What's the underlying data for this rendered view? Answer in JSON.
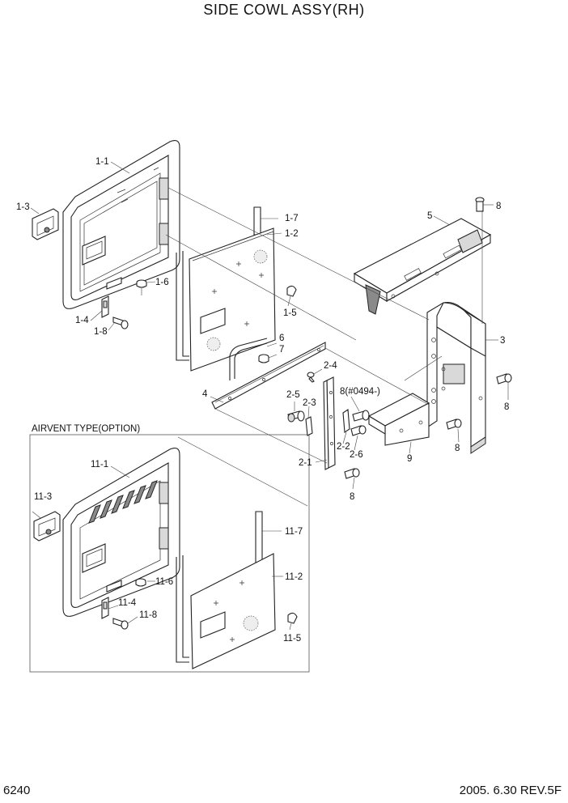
{
  "title": "SIDE COWL ASSY(RH)",
  "page_number": "6240",
  "revision": "2005. 6.30  REV.5F",
  "option_frame_label": "AIRVENT TYPE(OPTION)",
  "callouts": {
    "c1_1": "1-1",
    "c1_2": "1-2",
    "c1_3": "1-3",
    "c1_4": "1-4",
    "c1_5": "1-5",
    "c1_6": "1-6",
    "c1_7": "1-7",
    "c1_8": "1-8",
    "c2_1": "2-1",
    "c2_2": "2-2",
    "c2_3": "2-3",
    "c2_4": "2-4",
    "c2_5": "2-5",
    "c2_6": "2-6",
    "c3": "3",
    "c4": "4",
    "c5": "5",
    "c6": "6",
    "c7": "7",
    "c8_top": "8",
    "c8_right": "8",
    "c8_lowright": "8",
    "c8_bottom": "8",
    "c8_serial": "8(#0494-)",
    "c9": "9",
    "c11_1": "11-1",
    "c11_2": "11-2",
    "c11_3": "11-3",
    "c11_4": "11-4",
    "c11_5": "11-5",
    "c11_6": "11-6",
    "c11_7": "11-7",
    "c11_8": "11-8"
  }
}
